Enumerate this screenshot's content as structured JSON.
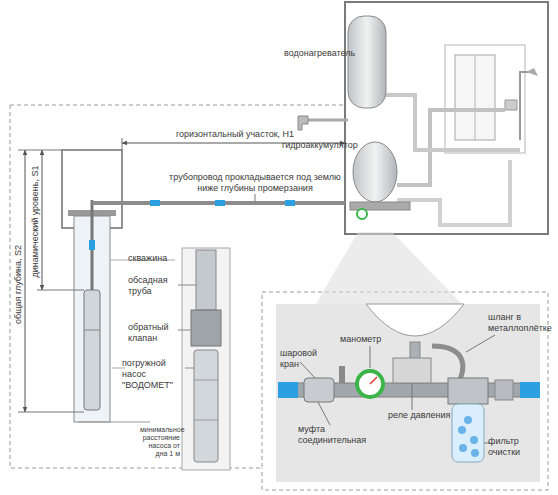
{
  "diagram": {
    "nodes": [
      {
        "text": [
          "манометр",
          "шланг в металлоплётке",
          "шаровой кран",
          "реле давления",
          "муфта соединительная",
          "фильтр очистки"
        ]
      }
    ],
    "labels": [
      "водонагреватель",
      "горизонтальный участок, H1",
      "гидроаккумулятор",
      "трубопровод прокладывается под землю ниже глубины промерзания",
      "общая глубина, S2",
      "динамический уровень, S1",
      "скважина",
      "обсадная труба",
      "обратный клапан",
      "погружной насос \"ВОДОМЕТ\"",
      "минимальное расстояние насоса от дна 1 м"
    ]
  }
}
